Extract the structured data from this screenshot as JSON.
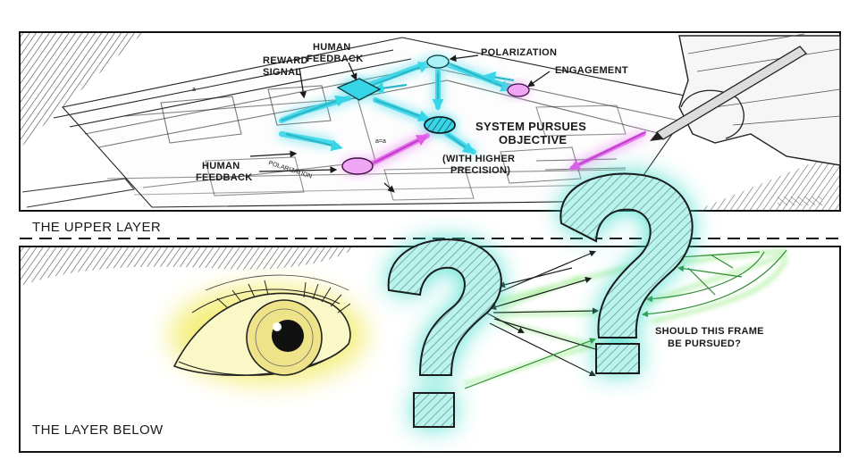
{
  "upper_panel": {
    "title": "THE UPPER LAYER",
    "labels": {
      "reward_signal": [
        "REWARD",
        "SIGNAL"
      ],
      "human_feedback_top": [
        "HUMAN",
        "FEEDBACK"
      ],
      "polarization": "POLARIZATION",
      "engagement": "ENGAGEMENT",
      "system_pursues": [
        "SYSTEM PURSUES",
        "OBJECTIVE"
      ],
      "higher_precision": [
        "(WITH HIGHER",
        "PRECISION)"
      ],
      "human_feedback_left": [
        "HUMAN",
        "FEEDBACK"
      ],
      "polarization_small": "POLARIZATION",
      "blueprint_mark_a": "a",
      "blueprint_mark_b": "a=a"
    },
    "colors": {
      "cyan": "#36d6e8",
      "magenta": "#e05ce8",
      "ink": "#1a1a1a"
    }
  },
  "lower_panel": {
    "title": "THE LAYER BELOW",
    "question_label": [
      "SHOULD THIS FRAME",
      "BE PURSUED?"
    ],
    "glyph": "?",
    "colors": {
      "cyan": "#38dcc8",
      "green": "#6fe35a",
      "yellow": "#f3ec6a"
    }
  },
  "icons": [
    "eye-icon",
    "question-mark-icon",
    "hand-with-pen-icon",
    "blueprint-icon"
  ]
}
